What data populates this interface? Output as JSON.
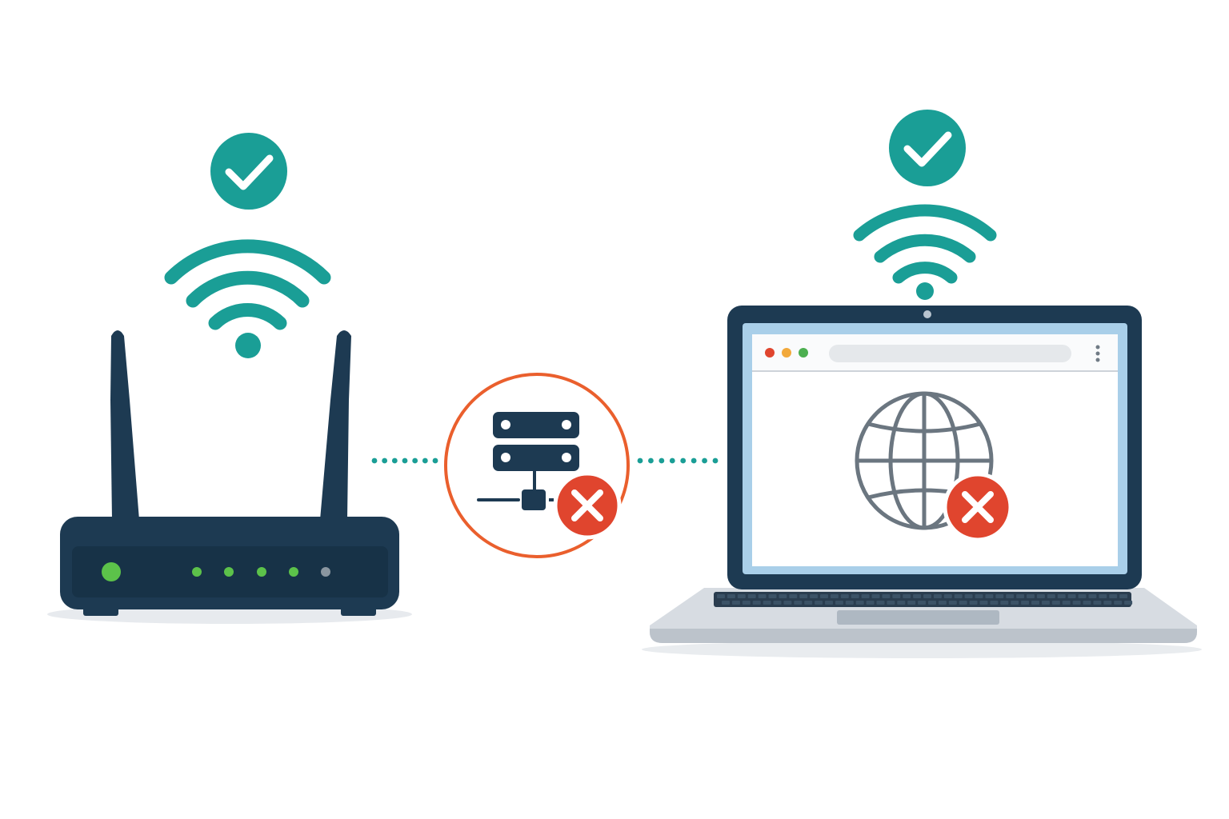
{
  "colors": {
    "ok": "#1a9e96",
    "error": "#e0452e",
    "error_ring": "#ea5f2d",
    "device": "#1d3a52",
    "device_panel": "#173247",
    "led_on": "#5cc24a",
    "led_off": "#8a96a0",
    "globe": "#6b7680",
    "screen_frame": "#a9cfe9",
    "laptop_base": "#d7dce2",
    "dot": "#1a9e96"
  },
  "nodes": {
    "router": {
      "wifi_status": "connected",
      "led_states": [
        "on",
        "on",
        "on",
        "on",
        "on",
        "off"
      ]
    },
    "dns_server": {
      "status": "failed"
    },
    "laptop": {
      "wifi_status": "connected",
      "internet_status": "failed",
      "browser_dots": [
        "#e0452e",
        "#f2a93b",
        "#4caf50"
      ]
    }
  }
}
